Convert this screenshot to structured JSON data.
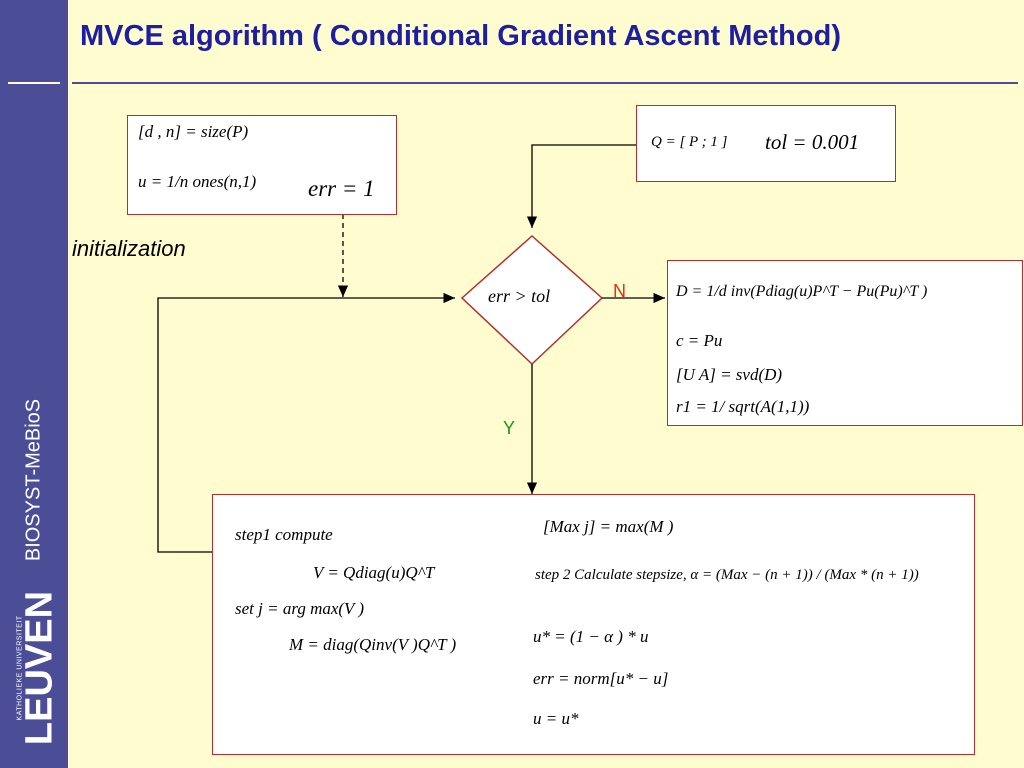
{
  "slide": {
    "title": "MVCE algorithm ( Conditional Gradient Ascent Method)",
    "sidebar_text": "BIOSYST-MeBioS",
    "logo_small": "KATHOLIEKE UNIVERSITEIT",
    "logo_big": "LEUVEN",
    "initialization_label": "initialization"
  },
  "init_box": {
    "line1": "[d , n] = size(P)",
    "line2": "u = 1/n ones(n,1)",
    "err": "err = 1"
  },
  "q_box": {
    "q": "Q = [ P ; 1 ]",
    "tol": "tol = 0.001"
  },
  "decision": {
    "condition": "err > tol",
    "no_label": "N",
    "yes_label": "Y"
  },
  "n_box": {
    "line1": "D = 1/d inv(Pdiag(u)P^T − Pu(Pu)^T )",
    "line2": "c = Pu",
    "line3": "[U  A] = svd(D)",
    "line4": "r1 = 1/ sqrt(A(1,1))"
  },
  "step_box": {
    "left1": "step1      compute",
    "left2": "V = Qdiag(u)Q^T",
    "left3": "set  j = arg max(V )",
    "left4": "M = diag(Qinv(V )Q^T )",
    "right1": "[Max   j] = max(M )",
    "right2": "step 2 Calculate stepsize,  α = (Max − (n + 1)) / (Max * (n + 1))",
    "right3": "u* = (1 − α ) * u",
    "right4": "err = norm[u* − u]",
    "right5": "u = u*"
  },
  "colors": {
    "sidebar": "#4b4e96",
    "background": "#fffdd0",
    "title": "#1e1ea0",
    "box_border": "#b03030",
    "no_label": "#e03010",
    "yes_label": "#209020"
  }
}
